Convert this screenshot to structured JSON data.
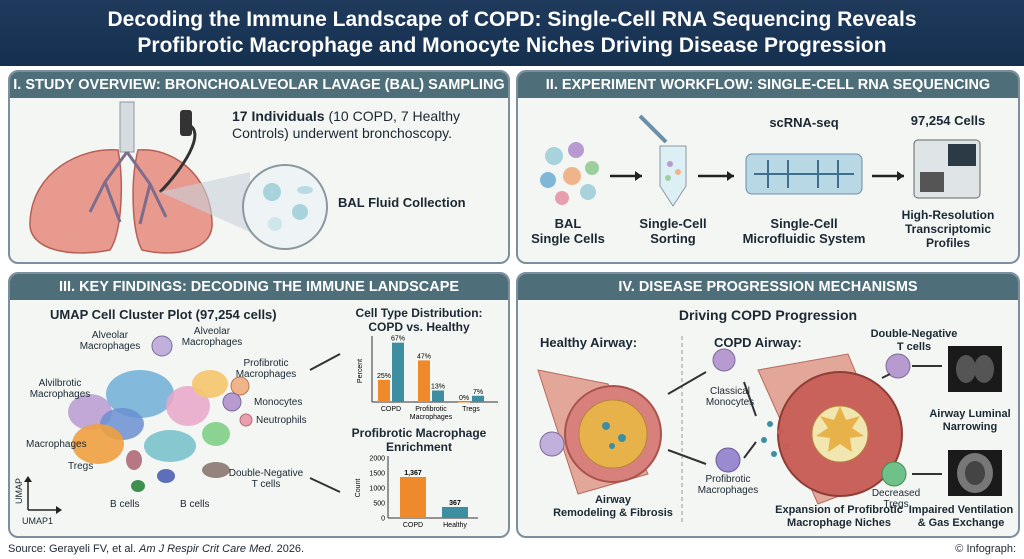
{
  "title": {
    "line1": "Decoding the Immune Landscape of COPD: Single-Cell RNA Sequencing Reveals",
    "line2": "Profibrotic Macrophage and Monocyte Niches Driving Disease Progression"
  },
  "panel1": {
    "heading": "I. STUDY OVERVIEW: BRONCHOALVEOLAR LAVAGE (BAL) SAMPLING",
    "count": "17 Individuals",
    "desc_rest": " (10 COPD, 7 Healthy",
    "desc2": "Controls) underwent bronchoscopy.",
    "bal_label": "BAL Fluid Collection"
  },
  "panel2": {
    "heading": "II. EXPERIMENT WORKFLOW: SINGLE-CELL RNA SEQUENCING",
    "step1_l1": "BAL",
    "step1_l2": "Single Cells",
    "step2_l1": "Single-Cell",
    "step2_l2": "Sorting",
    "step3_top": "scRNA-seq",
    "step3_l1": "Single-Cell",
    "step3_l2": "Microfluidic System",
    "step4_top": "97,254 Cells",
    "step4_l1": "High-Resolution",
    "step4_l2": "Transcriptomic",
    "step4_l3": "Profiles"
  },
  "panel3": {
    "heading": "III. KEY FINDINGS: DECODING THE IMMUNE LANDSCAPE",
    "umap_title": "UMAP Cell Cluster Plot (97,254 cells)",
    "labels": {
      "alv_mac_a1": "Alveolar",
      "alv_mac_a2": "Macrophages",
      "alv_mac_b1": "Alveolar",
      "alv_mac_b2": "Macrophages",
      "profib1": "Profibrotic",
      "profib2": "Macrophages",
      "alvib1": "Alvilbrotic",
      "alvib2": "Macrophages",
      "monocytes": "Monocytes",
      "neutrophils": "Neutrophils",
      "macrophages": "Macrophages",
      "tregs": "Tregs",
      "dn1": "Double-Negative",
      "dn2": "T cells",
      "bcells_a": "B cells",
      "bcells_b": "B cells",
      "umap1": "UMAP1",
      "umap2": "UMAP"
    }
  },
  "chart_data": [
    {
      "type": "bar",
      "title": "Cell Type Distribution: COPD vs. Healthy",
      "ylabel": "Percent",
      "categories": [
        "COPD",
        "Profibrotic Macrophages",
        "Tregs"
      ],
      "series": [
        {
          "values": [
            25,
            47,
            0
          ],
          "color": "#ef8a2c"
        },
        {
          "values": [
            67,
            13,
            7
          ],
          "color": "#3d8ea0"
        }
      ],
      "data_labels": [
        "25%",
        "67%",
        "47%",
        "13%",
        "0%",
        "7%"
      ],
      "ylim": [
        0,
        70
      ]
    },
    {
      "type": "bar",
      "title": "Profibrotic Macrophage Enrichment",
      "ylabel": "Count",
      "categories": [
        "COPD",
        "Healthy"
      ],
      "values": [
        1367,
        367
      ],
      "data_labels": [
        "1,367",
        "367"
      ],
      "colors": [
        "#ef8a2c",
        "#3d8ea0"
      ],
      "ylim": [
        0,
        2000
      ],
      "yticks": [
        "0",
        "500",
        "1000",
        "1500",
        "2000"
      ]
    }
  ],
  "panel4": {
    "heading": "IV. DISEASE PROGRESSION MECHANISMS",
    "subtitle": "Driving COPD Progression",
    "healthy": "Healthy Airway:",
    "copd": "COPD Airway:",
    "classical1": "Classical",
    "classical2": "Monocytes",
    "profib1": "Profibrotic",
    "profib2": "Macrophages",
    "remodel1": "Airway",
    "remodel2": "Remodeling & Fibrosis",
    "expansion1": "Expansion of Profibrotic",
    "expansion2": "Macrophage Niches",
    "dn1": "Double-Negative",
    "dn2": "T cells",
    "narrow1": "Airway Luminal",
    "narrow2": "Narrowing",
    "dec1": "Decreased",
    "dec2": "Tregs",
    "impaired1": "Impaired Ventilation",
    "impaired2": "& Gas Exchange"
  },
  "footer": {
    "source_prefix": "Source: Gerayeli FV, et al. ",
    "journal": "Am J Respir Crit Care Med",
    "source_suffix": ". 2026.",
    "credit": "© Infograph:"
  },
  "colors": {
    "header": "#1f3a5c",
    "panel_head": "#4e6f79",
    "copd": "#ef8a2c",
    "healthy": "#3d8ea0",
    "lung": "#e89a8f"
  }
}
